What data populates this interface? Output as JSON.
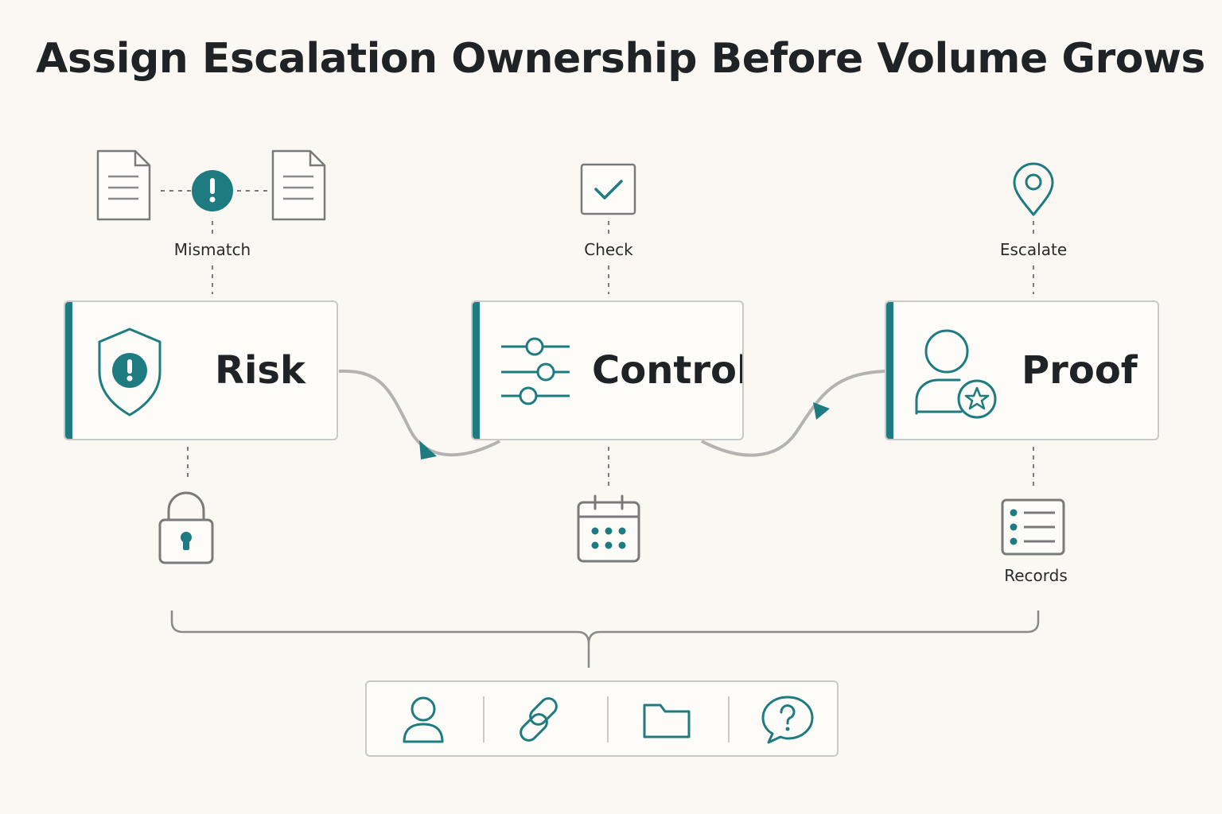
{
  "title": "Assign Escalation Ownership Before Volume Grows",
  "callouts": {
    "mismatch": "Mismatch",
    "check": "Check",
    "escalate": "Escalate",
    "records": "Records"
  },
  "cards": {
    "risk": "Risk",
    "control": "Control",
    "proof": "Proof"
  },
  "colors": {
    "accent": "#1e7b80",
    "outline": "#6e6e6e",
    "background": "#fbf8f3"
  },
  "toolbar_icons": [
    "person-icon",
    "link-icon",
    "folder-icon",
    "help-chat-icon"
  ]
}
